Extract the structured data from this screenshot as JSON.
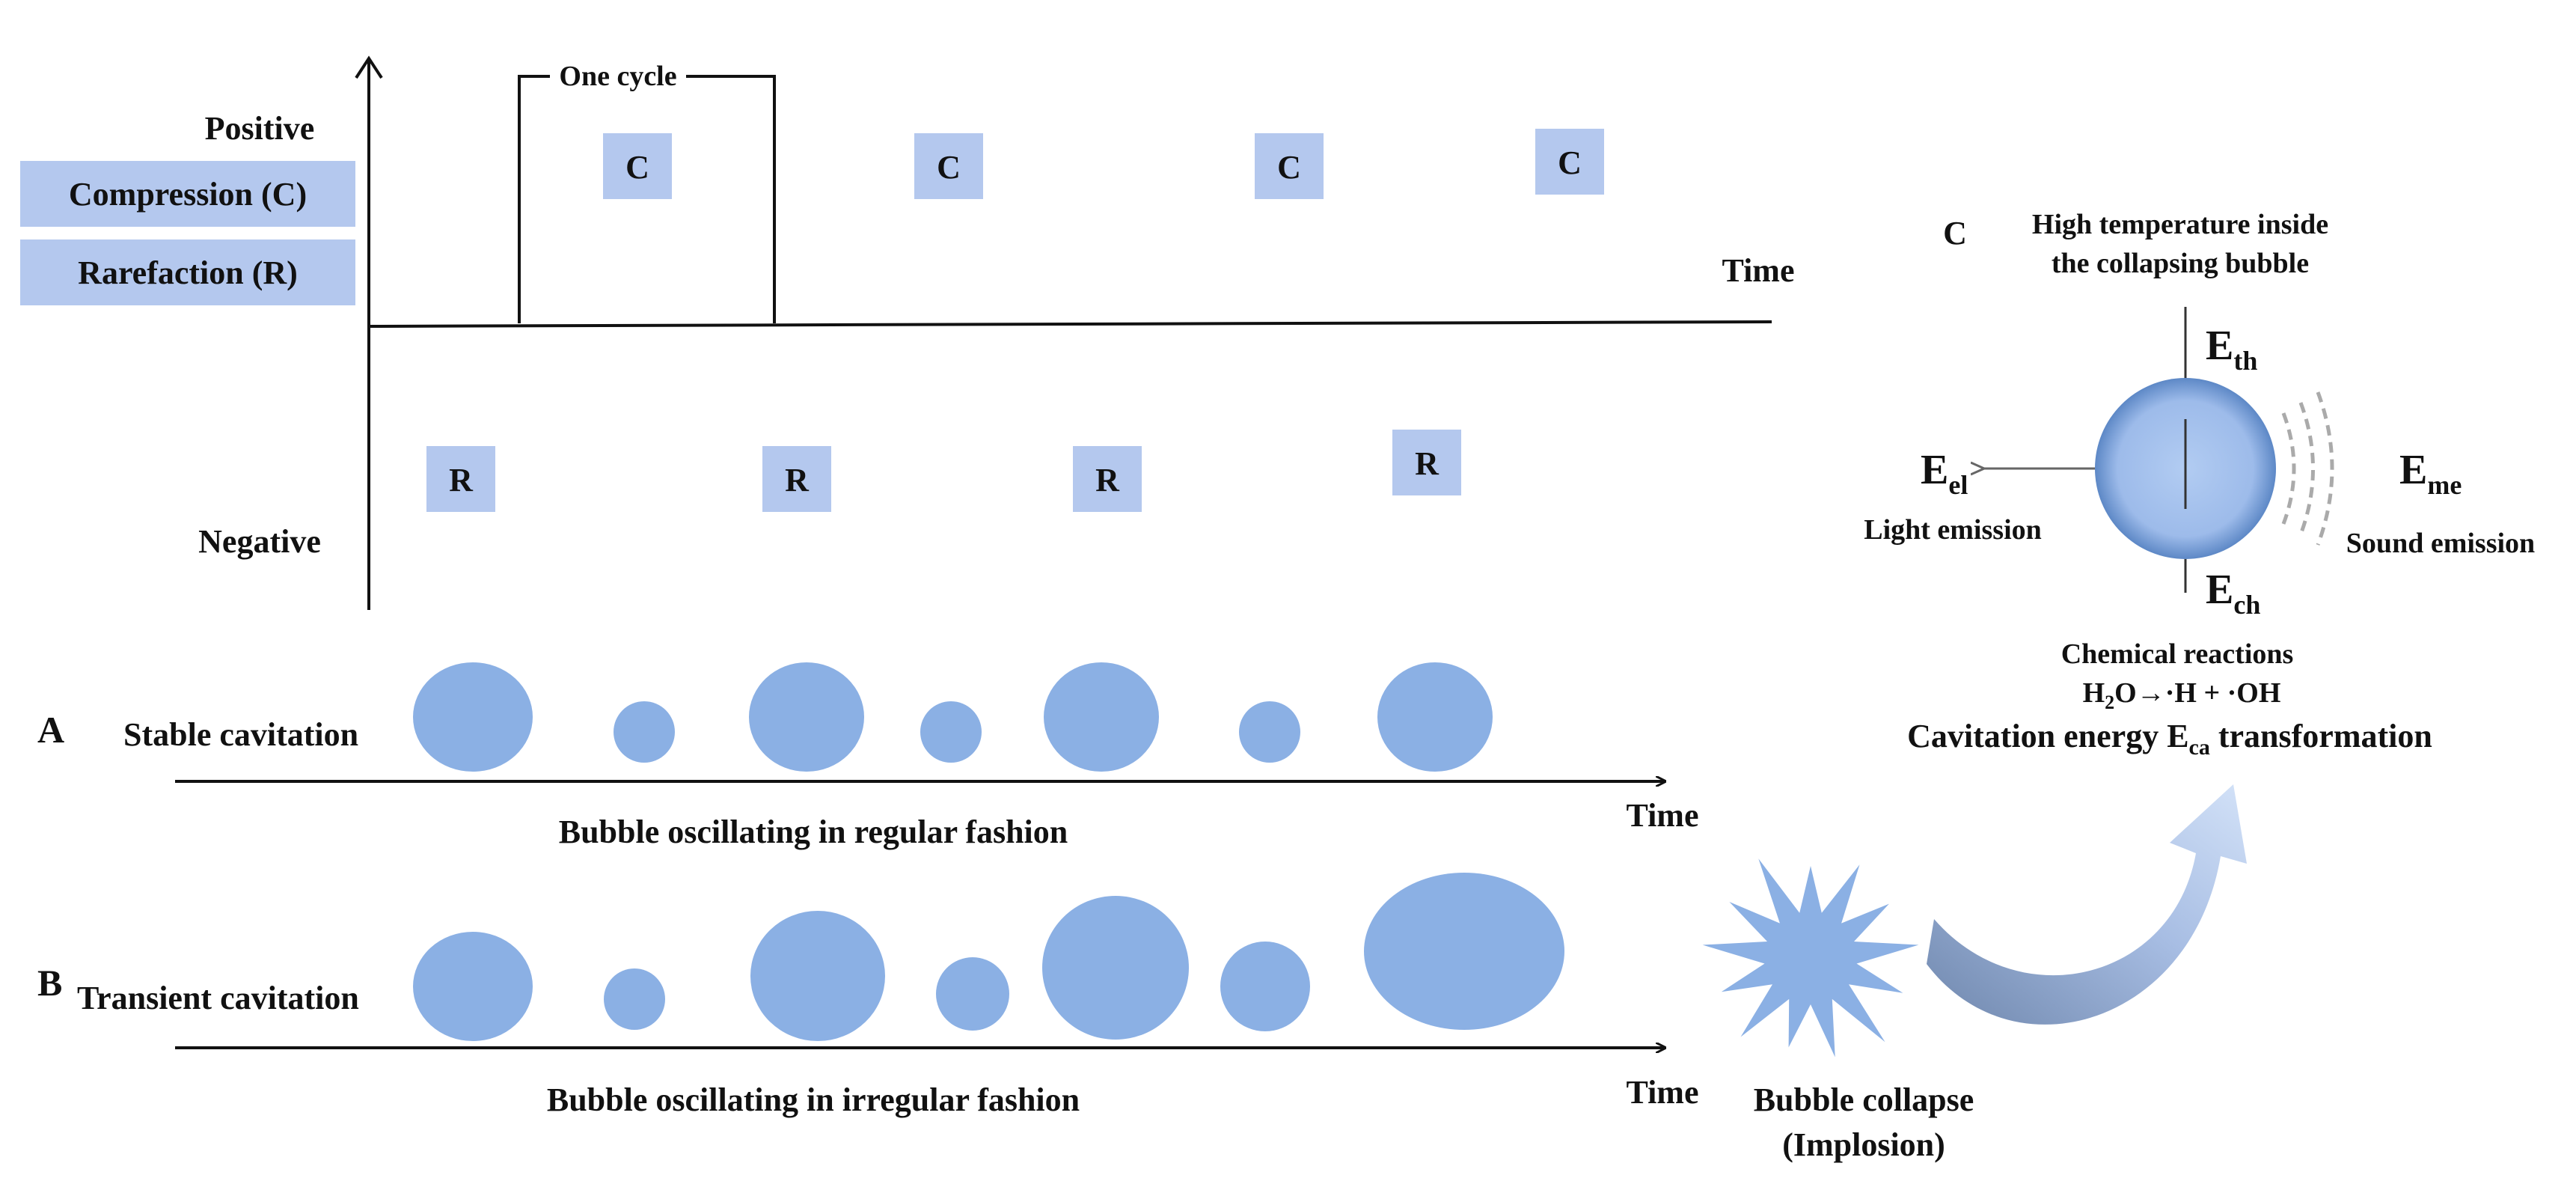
{
  "wave_panel": {
    "positive_label": "Positive",
    "negative_label": "Negative",
    "compression_box": "Compression (C)",
    "rarefaction_box": "Rarefaction (R)",
    "time_label": "Time",
    "one_cycle_label": "One cycle",
    "compression_markers": [
      "C",
      "C",
      "C",
      "C"
    ],
    "rarefaction_markers": [
      "R",
      "R",
      "R",
      "R"
    ]
  },
  "panel_a": {
    "letter": "A",
    "title": "Stable cavitation",
    "axis_label": "Time",
    "caption": "Bubble oscillating in regular fashion"
  },
  "panel_b": {
    "letter": "B",
    "title": "Transient cavitation",
    "axis_label": "Time",
    "caption": "Bubble oscillating in irregular fashion"
  },
  "collapse": {
    "line1": "Bubble collapse",
    "line2": "(Implosion)"
  },
  "panel_c": {
    "letter": "C",
    "heading_line1": "High temperature inside",
    "heading_line2": "the collapsing bubble",
    "e_th": {
      "main": "E",
      "sub": "th"
    },
    "e_el": {
      "main": "E",
      "sub": "el"
    },
    "e_me": {
      "main": "E",
      "sub": "me"
    },
    "e_ch": {
      "main": "E",
      "sub": "ch"
    },
    "light_emission": "Light emission",
    "sound_emission": "Sound emission",
    "chemical_reactions": "Chemical reactions",
    "reaction": {
      "h": "H",
      "two": "2",
      "rest": "O→·H + ·OH"
    },
    "transformation": {
      "pre": "Cavitation energy E",
      "sub": "ca",
      "post": " transformation"
    }
  },
  "colors": {
    "label_box": "#b4c8ee",
    "bubble": "#8bb0e4",
    "bubble_c_center": "#b2ccf2",
    "bubble_c_edge": "#5d88c6",
    "arrow_dark": "#7d95ba",
    "arrow_light": "#c3d6f4"
  }
}
